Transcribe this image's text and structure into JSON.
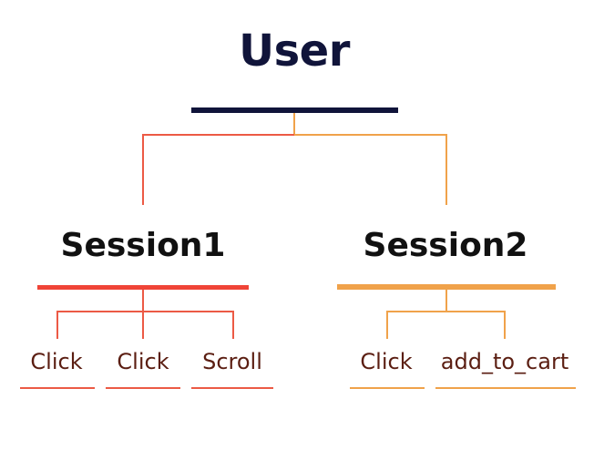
{
  "root": {
    "label": "User",
    "color": "#10143a"
  },
  "sessions": [
    {
      "label": "Session1",
      "color": "#f04437",
      "connector_color": "#ec5a45",
      "events": [
        "Click",
        "Click",
        "Scroll"
      ]
    },
    {
      "label": "Session2",
      "color": "#f0a24a",
      "connector_color": "#f0a24a",
      "events": [
        "Click",
        "add_to_cart"
      ]
    }
  ]
}
